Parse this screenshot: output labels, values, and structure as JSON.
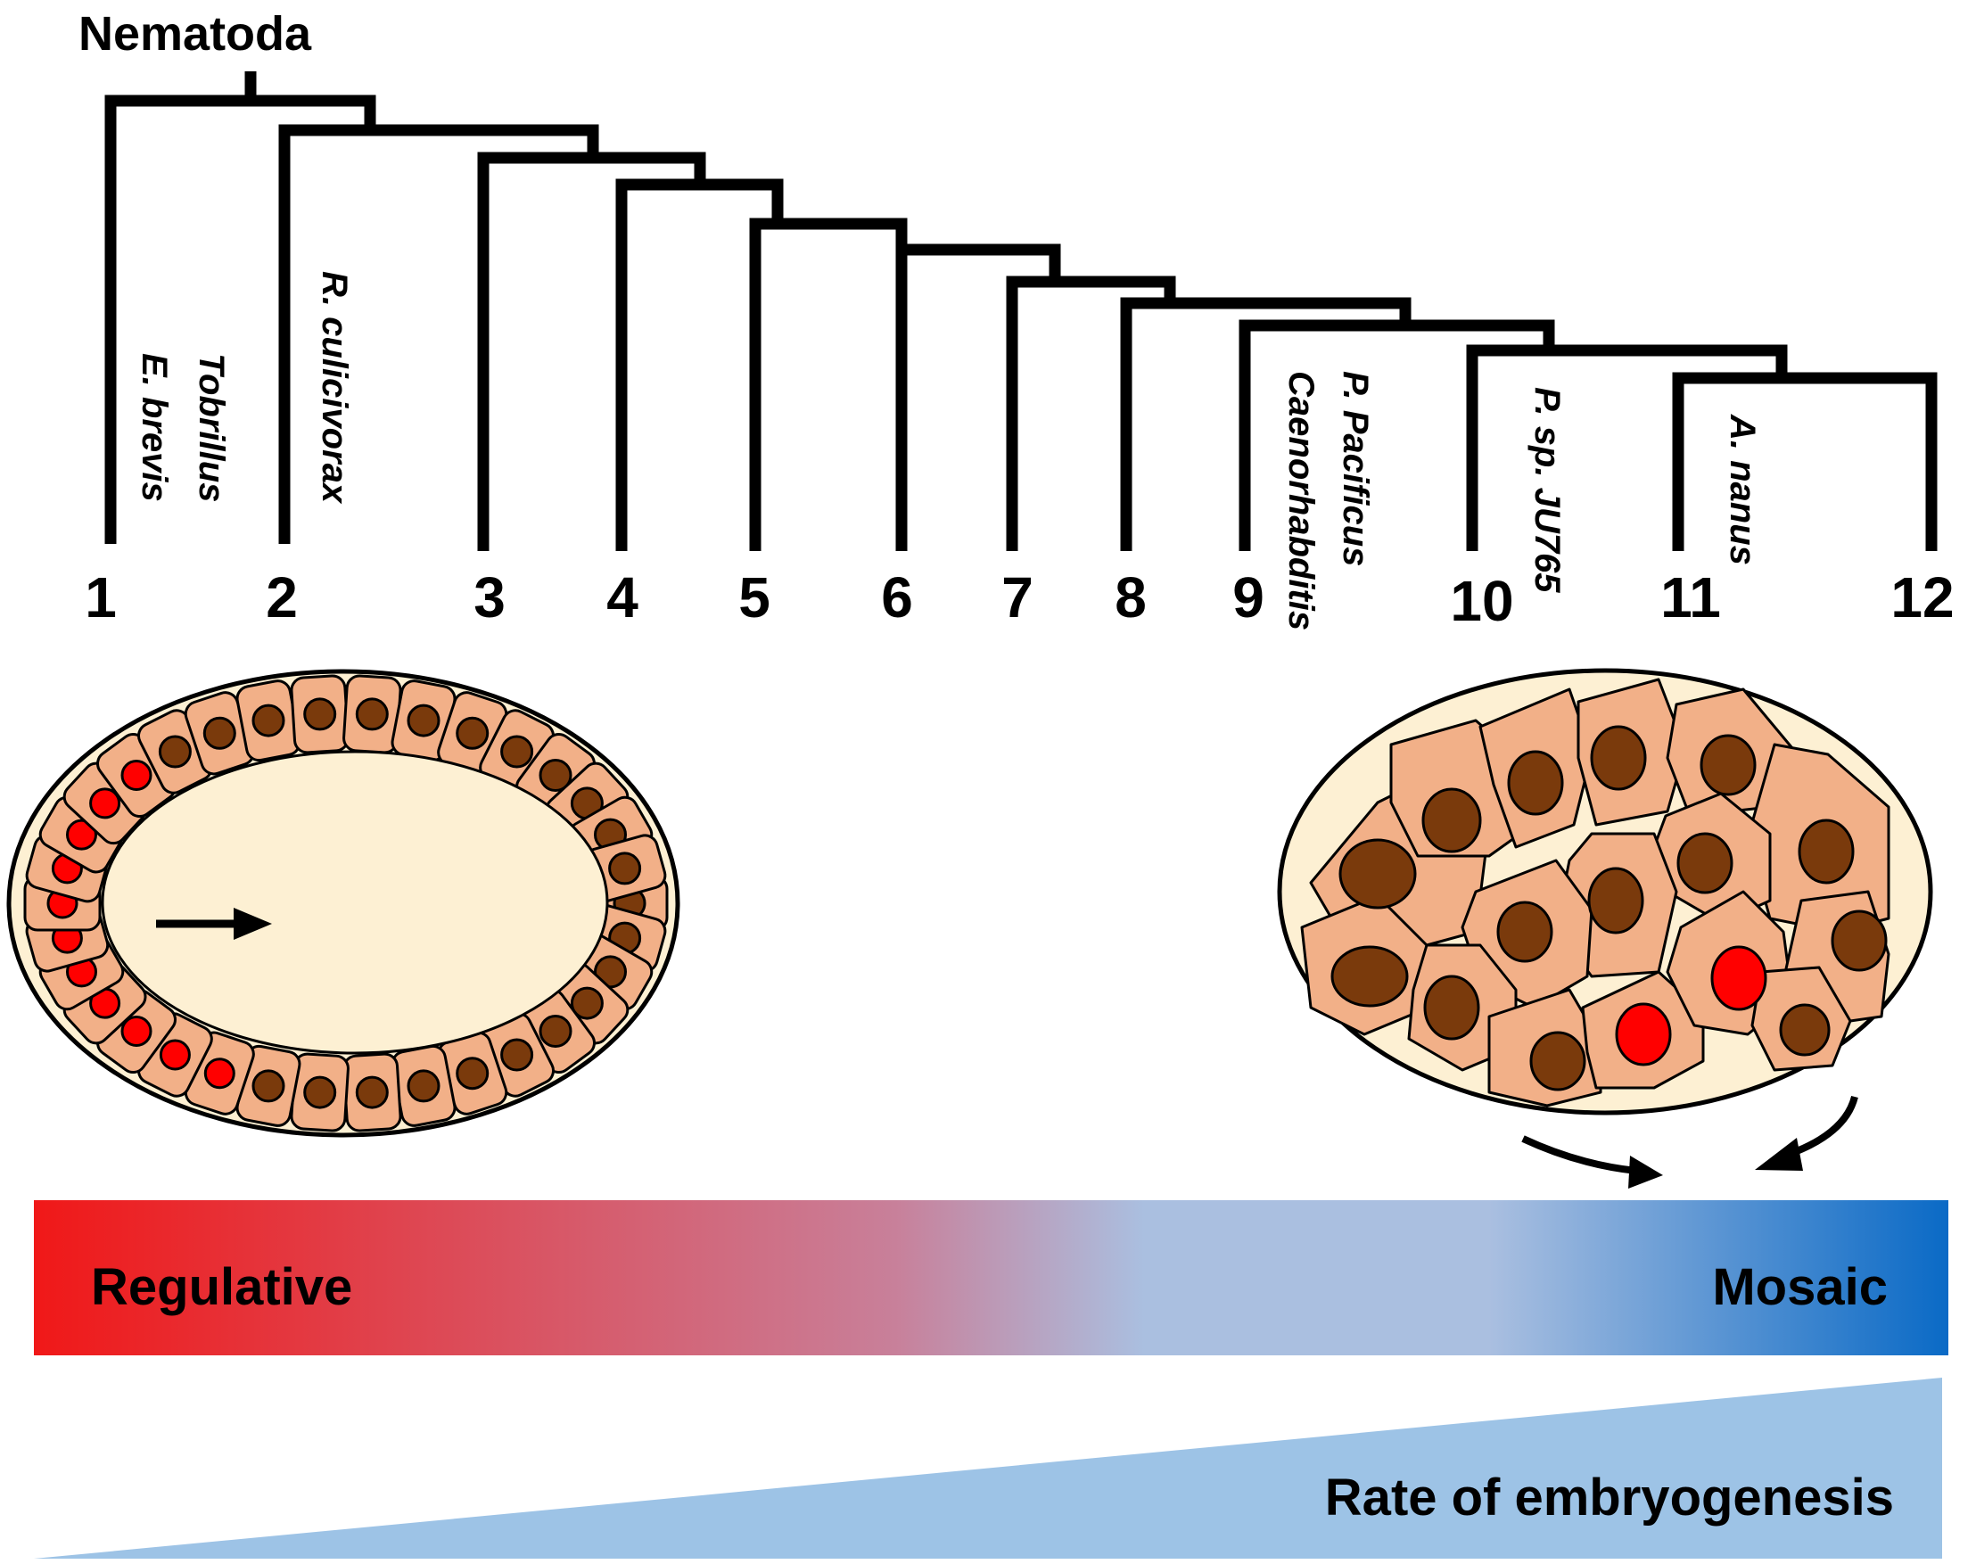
{
  "title": "Nematoda",
  "clade_numbers": [
    "1",
    "2",
    "3",
    "4",
    "5",
    "6",
    "7",
    "8",
    "9",
    "10",
    "11",
    "12"
  ],
  "species": [
    {
      "name": "Tobrillus"
    },
    {
      "name": "E. brevis"
    },
    {
      "name": "R. culicivorax"
    },
    {
      "name": "P. Pacificus"
    },
    {
      "name": "Caenorhabditis"
    },
    {
      "name": "P. sp. JU765"
    },
    {
      "name": "A. nanus"
    }
  ],
  "gradient_bar": {
    "left_label": "Regulative",
    "right_label": "Mosaic",
    "colors": [
      "#f01818",
      "#c8809a",
      "#aabfe0",
      "#0a6ac6"
    ]
  },
  "rate_wedge": {
    "label": "Rate of embryogenesis",
    "color": "#9dc3e6"
  },
  "embryo_colors": {
    "yolk": "#fdf0d3",
    "cell": "#f2b088",
    "nucleus": "#7a3a0c",
    "marker": "#ff0000"
  }
}
